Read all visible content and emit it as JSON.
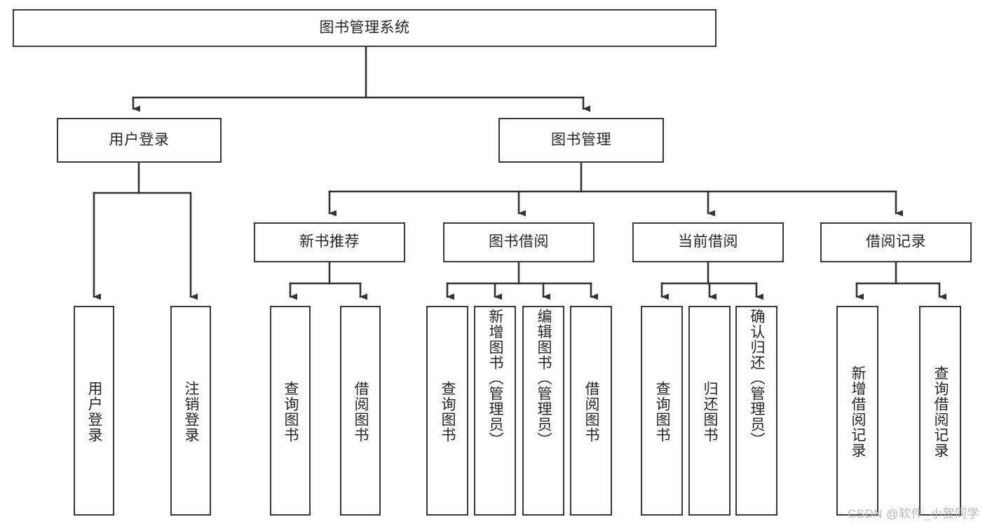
{
  "diagram": {
    "type": "tree-hierarchy",
    "title": "图书管理系统",
    "watermark": "CSDN @软件_小贺同学",
    "colors": {
      "box_border": "#3a3a3a",
      "box_fill": "#ffffff",
      "connector": "#333333",
      "text": "#262626",
      "watermark": "#b9b9b9",
      "background": "#ffffff"
    },
    "levels": {
      "root": {
        "label": "图书管理系统"
      },
      "level2": [
        {
          "id": "user-login",
          "label": "用户登录"
        },
        {
          "id": "book-management",
          "label": "图书管理"
        }
      ],
      "level3": [
        {
          "id": "new-book-recommend",
          "label": "新书推荐",
          "parent": "book-management"
        },
        {
          "id": "book-borrow",
          "label": "图书借阅",
          "parent": "book-management"
        },
        {
          "id": "current-borrow",
          "label": "当前借阅",
          "parent": "book-management"
        },
        {
          "id": "borrow-record",
          "label": "借阅记录",
          "parent": "book-management"
        }
      ],
      "leaves": {
        "user-login": [
          {
            "id": "leaf-user-login",
            "label": "用户登录"
          },
          {
            "id": "leaf-logout",
            "label": "注销登录"
          }
        ],
        "new-book-recommend": [
          {
            "id": "leaf-query-book-1",
            "label": "查询图书"
          },
          {
            "id": "leaf-borrow-book-1",
            "label": "借阅图书"
          }
        ],
        "book-borrow": [
          {
            "id": "leaf-query-book-2",
            "label": "查询图书"
          },
          {
            "id": "leaf-add-book",
            "label": "新增图书（管理员）"
          },
          {
            "id": "leaf-edit-book",
            "label": "编辑图书（管理员）"
          },
          {
            "id": "leaf-borrow-book-2",
            "label": "借阅图书"
          }
        ],
        "current-borrow": [
          {
            "id": "leaf-query-book-3",
            "label": "查询图书"
          },
          {
            "id": "leaf-return-book",
            "label": "归还图书"
          },
          {
            "id": "leaf-confirm-return",
            "label": "确认归还（管理员）"
          }
        ],
        "borrow-record": [
          {
            "id": "leaf-add-record",
            "label": "新增借阅记录"
          },
          {
            "id": "leaf-query-record",
            "label": "查询借阅记录"
          }
        ]
      }
    }
  }
}
